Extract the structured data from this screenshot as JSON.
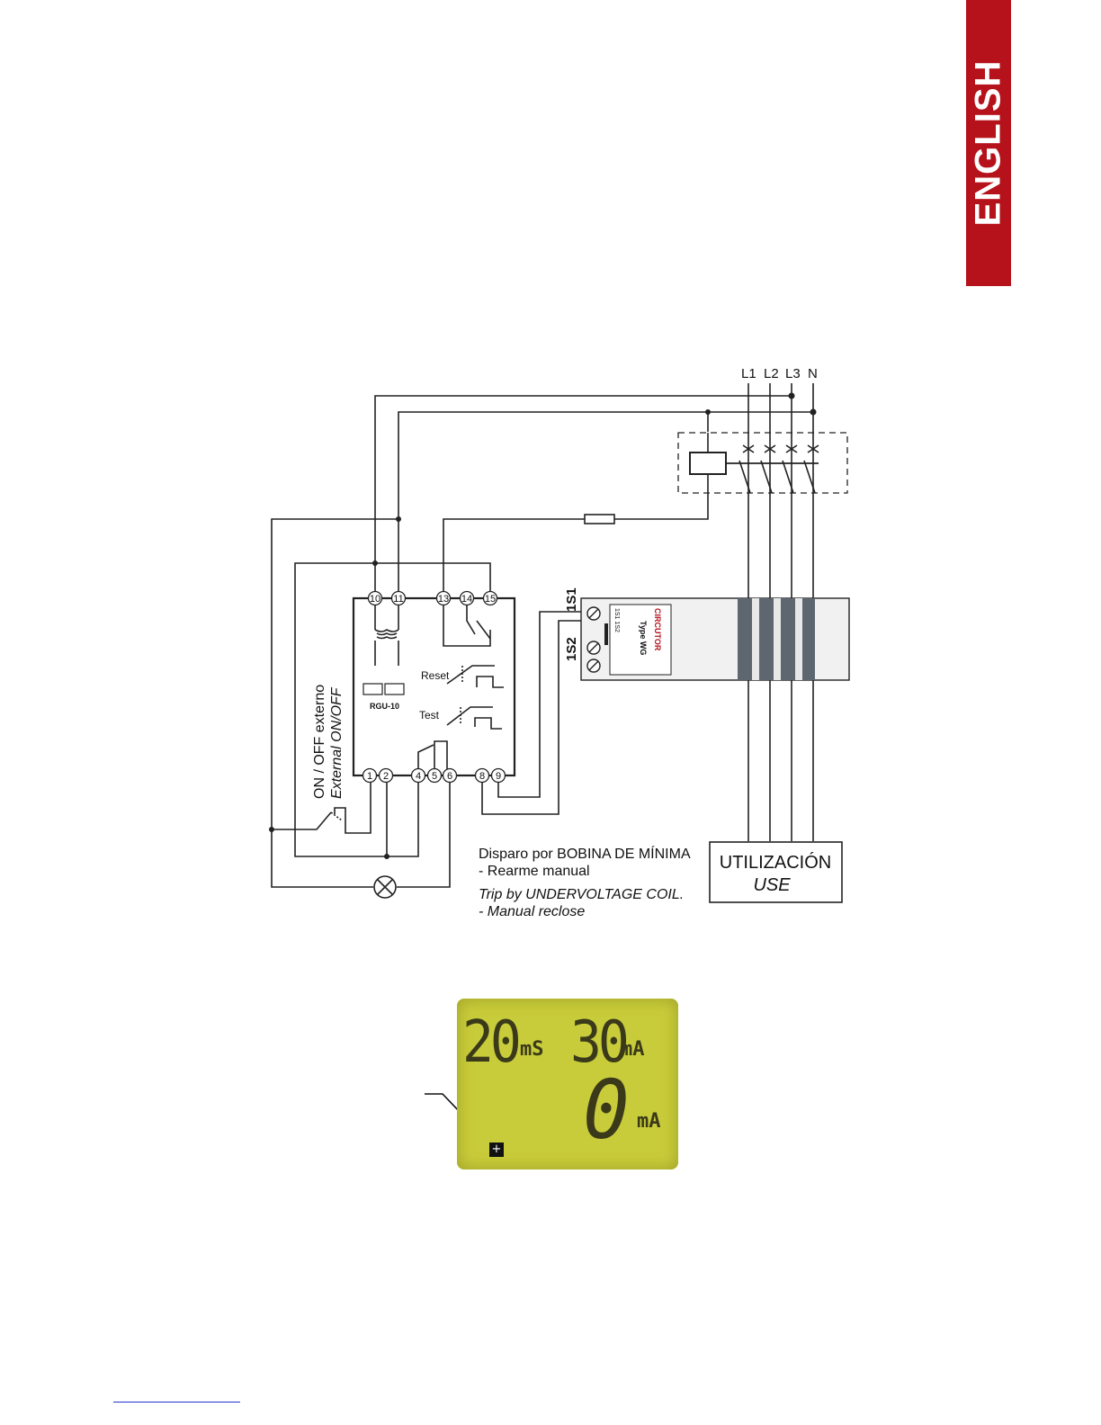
{
  "side_tab": {
    "label": "ENGLISH",
    "color": "#b5121b"
  },
  "diagram": {
    "phases": [
      "L1",
      "L2",
      "L3",
      "N"
    ],
    "terminals_top": [
      "10",
      "11",
      "13",
      "14",
      "15"
    ],
    "terminals_bottom": [
      "1",
      "2",
      "4",
      "5",
      "6",
      "8",
      "9"
    ],
    "relay": {
      "model": "RGU-10",
      "reset_label": "Reset",
      "test_label": "Test"
    },
    "transformer": {
      "s1_label": "1S1",
      "s2_label": "1S2",
      "brand": "CIRCUTOR",
      "type": "Type WG",
      "terminals": "1S1 1S2"
    },
    "external_switch": {
      "label_es": "ON / OFF externo",
      "label_en": "External ON/OFF"
    },
    "trip_note": {
      "es_line1": "Disparo por BOBINA DE MÍNIMA",
      "es_line2": "- Rearme manual",
      "en_line1": "Trip by UNDERVOLTAGE COIL.",
      "en_line2": "- Manual reclose"
    },
    "load": {
      "label_es": "UTILIZACIÓN",
      "label_en": "USE"
    }
  },
  "lcd": {
    "delay_value": "20",
    "delay_unit": "mS",
    "current_setting": "30",
    "current_setting_unit": "mA",
    "leakage_value": "0",
    "leakage_unit": "mA",
    "indicator": "+",
    "background_color": "#c9cc3a"
  }
}
